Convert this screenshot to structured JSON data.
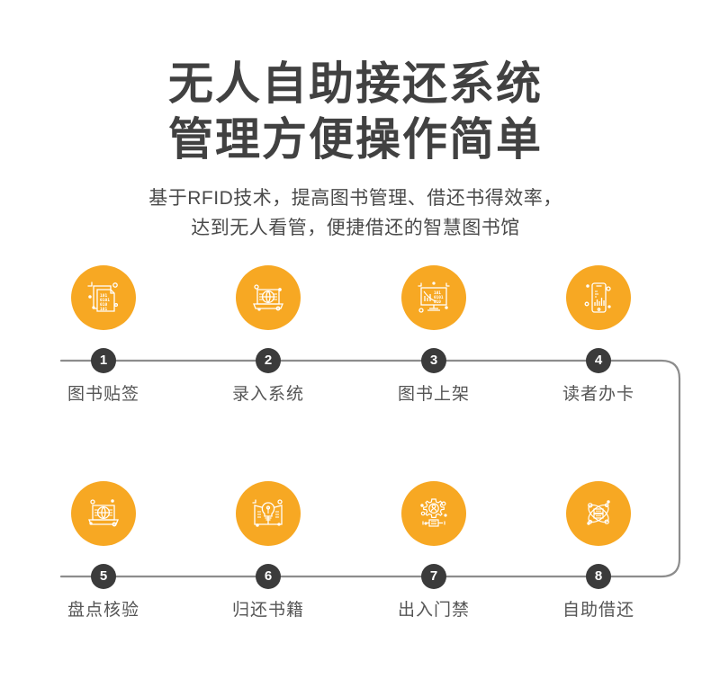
{
  "header": {
    "title_lines": [
      "无人自助接还系统",
      "管理方便操作简单"
    ],
    "subtitle_lines": [
      "基于RFID技术，提高图书管理、借还书得效率，",
      "达到无人看管，便捷借还的智慧图书馆"
    ]
  },
  "colors": {
    "accent_orange": "#F7A823",
    "badge_dark": "#3B3B3B",
    "title_gray": "#414141",
    "label_gray": "#555555",
    "line_gray": "#8C8C8C"
  },
  "flow": {
    "steps": [
      {
        "number": "1",
        "label": "图书贴签",
        "icon": "document-binary-icon"
      },
      {
        "number": "2",
        "label": "录入系统",
        "icon": "laptop-globe-icon"
      },
      {
        "number": "3",
        "label": "图书上架",
        "icon": "monitor-chart-icon"
      },
      {
        "number": "4",
        "label": "读者办卡",
        "icon": "mobile-chart-icon"
      },
      {
        "number": "5",
        "label": "盘点核验",
        "icon": "laptop-globe-scan-icon"
      },
      {
        "number": "6",
        "label": "归还书籍",
        "icon": "book-lightbulb-icon"
      },
      {
        "number": "7",
        "label": "出入门禁",
        "icon": "gear-person-gate-icon"
      },
      {
        "number": "8",
        "label": "自助借还",
        "icon": "atom-books-icon"
      }
    ]
  }
}
